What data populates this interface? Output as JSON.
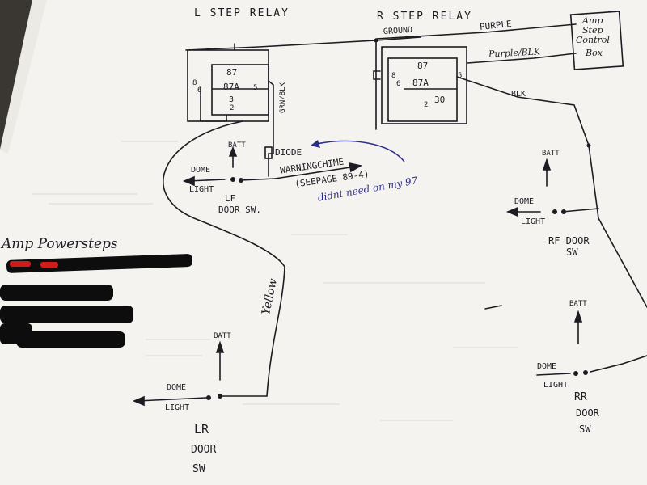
{
  "left_relay": {
    "title": "L STEP RELAY",
    "t87": "87",
    "t87a": "87A",
    "t3": "3",
    "t6": "6",
    "t5": "5",
    "t2": "2",
    "t8": "8"
  },
  "right_relay": {
    "title": "R STEP RELAY",
    "t87": "87",
    "t87a": "87A",
    "t30": "30",
    "t6": "6",
    "t5": "5",
    "t2": "2",
    "t8": "8"
  },
  "box": {
    "line1": "Amp",
    "line2": "Step",
    "line3": "Control",
    "line4": "Box"
  },
  "wires": {
    "ground": "GROUND",
    "purple": "PURPLE",
    "purple_blk": "Purple/BLK",
    "blk": "BLK",
    "grn_blk": "GRN/BLK",
    "yellow": "Yellow"
  },
  "lf": {
    "batt": "BATT",
    "diode": "DIODE",
    "warning": "WARNINGCHIME",
    "seepage": "(SEEPAGE 89-4)",
    "dome": "DOME",
    "light": "LIGHT",
    "door": "LF",
    "sw": "DOOR SW."
  },
  "note": "didnt need on my 97",
  "rf": {
    "batt": "BATT",
    "dome": "DOME",
    "light": "LIGHT",
    "door": "RF DOOR",
    "sw": "SW"
  },
  "lr": {
    "batt": "BATT",
    "dome": "DOME",
    "light": "LIGHT",
    "door": "LR",
    "door2": "DOOR",
    "sw": "SW"
  },
  "rr": {
    "batt": "BATT",
    "dome": "DOME",
    "light": "LIGHT",
    "door": "RR",
    "door2": "DOOR",
    "sw": "SW"
  },
  "side": {
    "title": "Amp Powersteps"
  },
  "colors": {
    "ink": "#1c1c22",
    "blue_ink": "#2b2f8a",
    "redaction": "#0d0d0d",
    "red_mark": "#d11a1a",
    "paper": "#f4f3ef"
  }
}
